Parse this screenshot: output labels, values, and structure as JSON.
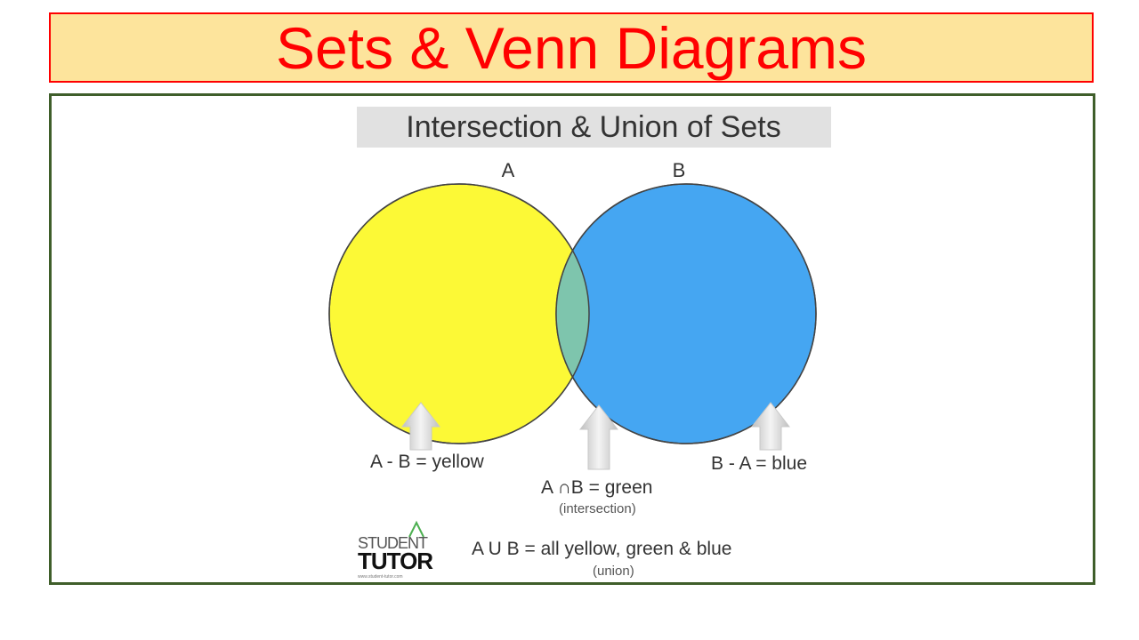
{
  "slide": {
    "title": "Sets & Venn Diagrams"
  },
  "diagram": {
    "heading": "Intersection & Union of Sets",
    "set_a": {
      "label": "A",
      "color": "#fcf936"
    },
    "set_b": {
      "label": "B",
      "color": "#45a6f2"
    },
    "intersection_color": "#7ec5ad",
    "labels": {
      "a_minus_b": "A - B = yellow",
      "intersection": "A ∩B = green",
      "intersection_note": "(intersection)",
      "b_minus_a": "B - A = blue",
      "union": "A U B = all yellow, green & blue",
      "union_note": "(union)"
    },
    "logo": {
      "line1": "STUDENT",
      "line2": "TUTOR",
      "url": "www.student-tutor.com"
    }
  }
}
